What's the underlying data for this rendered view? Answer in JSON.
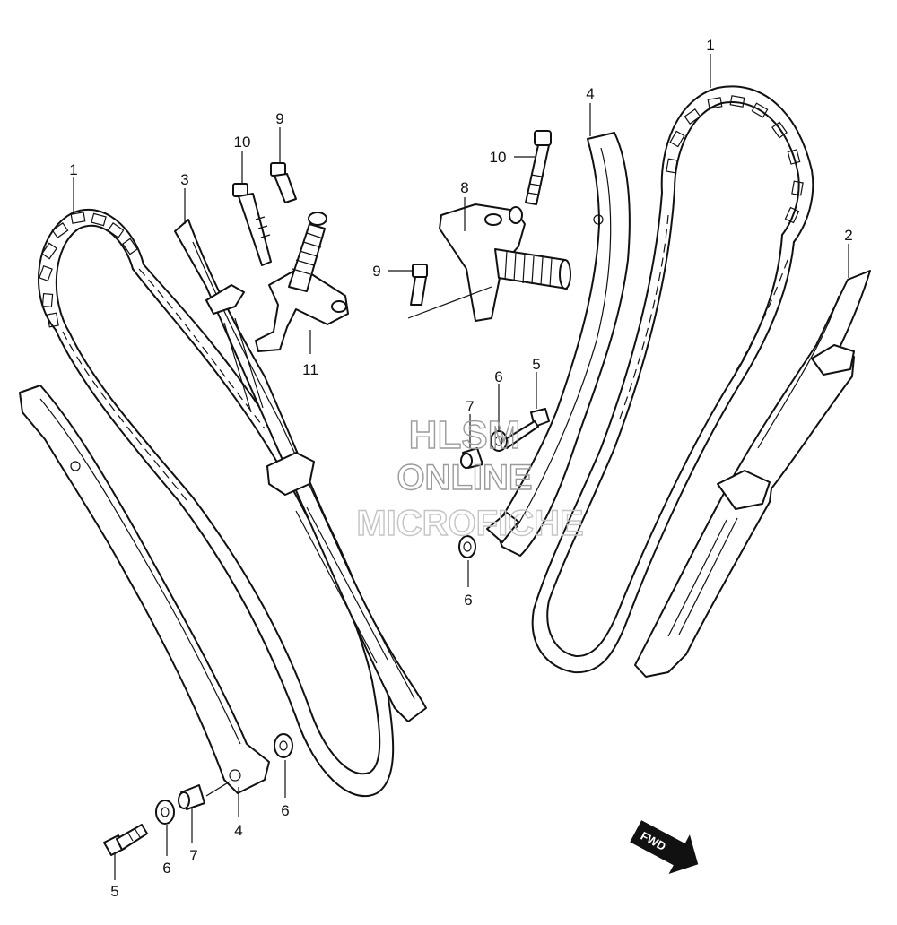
{
  "watermark": {
    "line1": "HLSM",
    "line2": "ONLINE",
    "line3": "MICROFICHE"
  },
  "fwd_label": "FWD",
  "callouts": [
    {
      "id": "c-1-left",
      "text": "1"
    },
    {
      "id": "c-3",
      "text": "3"
    },
    {
      "id": "c-10-left",
      "text": "10"
    },
    {
      "id": "c-9-left",
      "text": "9"
    },
    {
      "id": "c-11",
      "text": "11"
    },
    {
      "id": "c-4-right",
      "text": "4"
    },
    {
      "id": "c-1-right",
      "text": "1"
    },
    {
      "id": "c-10-right",
      "text": "10"
    },
    {
      "id": "c-8",
      "text": "8"
    },
    {
      "id": "c-9-right",
      "text": "9"
    },
    {
      "id": "c-2",
      "text": "2"
    },
    {
      "id": "c-6-mid",
      "text": "6"
    },
    {
      "id": "c-5-mid",
      "text": "5"
    },
    {
      "id": "c-7-mid",
      "text": "7"
    },
    {
      "id": "c-6-low",
      "text": "6"
    },
    {
      "id": "c-4-bottom",
      "text": "4"
    },
    {
      "id": "c-6-bottom-right",
      "text": "6"
    },
    {
      "id": "c-5-bottom",
      "text": "5"
    },
    {
      "id": "c-6-bottom",
      "text": "6"
    },
    {
      "id": "c-7-bottom",
      "text": "7"
    }
  ]
}
